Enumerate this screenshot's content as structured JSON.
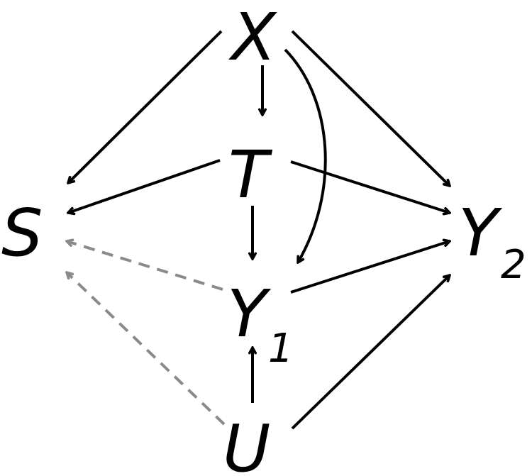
{
  "nodes": {
    "X": {
      "label": "X",
      "subscript": ""
    },
    "T": {
      "label": "T",
      "subscript": ""
    },
    "S": {
      "label": "S",
      "subscript": ""
    },
    "Y2": {
      "label": "Y",
      "subscript": "2"
    },
    "Y1": {
      "label": "Y",
      "subscript": "1"
    },
    "U": {
      "label": "U",
      "subscript": ""
    }
  },
  "edges": [
    {
      "from": "X",
      "to": "S",
      "style": "solid"
    },
    {
      "from": "X",
      "to": "T",
      "style": "solid"
    },
    {
      "from": "X",
      "to": "Y1",
      "style": "solid",
      "curved": true
    },
    {
      "from": "X",
      "to": "Y2",
      "style": "solid"
    },
    {
      "from": "T",
      "to": "S",
      "style": "solid"
    },
    {
      "from": "T",
      "to": "Y1",
      "style": "solid"
    },
    {
      "from": "T",
      "to": "Y2",
      "style": "solid"
    },
    {
      "from": "Y1",
      "to": "Y2",
      "style": "solid"
    },
    {
      "from": "Y1",
      "to": "S",
      "style": "dashed"
    },
    {
      "from": "U",
      "to": "Y1",
      "style": "solid"
    },
    {
      "from": "U",
      "to": "Y2",
      "style": "solid"
    },
    {
      "from": "U",
      "to": "S",
      "style": "dashed"
    }
  ],
  "colors": {
    "solid_edge": "#000000",
    "dashed_edge": "#8a8a8a",
    "text": "#000000",
    "background": "#ffffff"
  }
}
